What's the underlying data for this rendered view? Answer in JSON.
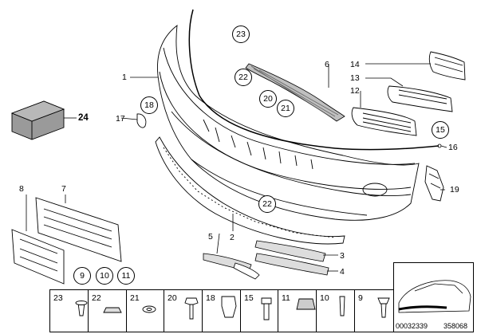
{
  "callouts": {
    "c1": "1",
    "c2": "2",
    "c3": "3",
    "c4": "4",
    "c5": "5",
    "c6": "6",
    "c7": "7",
    "c8": "8",
    "c12": "12",
    "c13": "13",
    "c14": "14",
    "c16": "16",
    "c17": "17",
    "c19": "19",
    "c24": "24"
  },
  "circled": {
    "r23": "23",
    "r22a": "22",
    "r20": "20",
    "r21": "21",
    "r18": "18",
    "r15": "15",
    "r22b": "22",
    "r9": "9",
    "r10": "10",
    "r11": "11"
  },
  "strip": [
    {
      "num": "23",
      "icon": "push-rivet-icon"
    },
    {
      "num": "22",
      "icon": "expanding-clip-icon"
    },
    {
      "num": "21",
      "icon": "rubber-grommet-icon"
    },
    {
      "num": "20",
      "icon": "hex-screw-icon"
    },
    {
      "num": "18",
      "icon": "bracket-clip-icon"
    },
    {
      "num": "15",
      "icon": "bolt-icon"
    },
    {
      "num": "11",
      "icon": "nut-clip-icon"
    },
    {
      "num": "10",
      "icon": "rivet-icon"
    },
    {
      "num": "9",
      "icon": "spreader-rivet-icon"
    }
  ],
  "codes": {
    "diagram_code": "00032339",
    "image_number": "358068"
  }
}
